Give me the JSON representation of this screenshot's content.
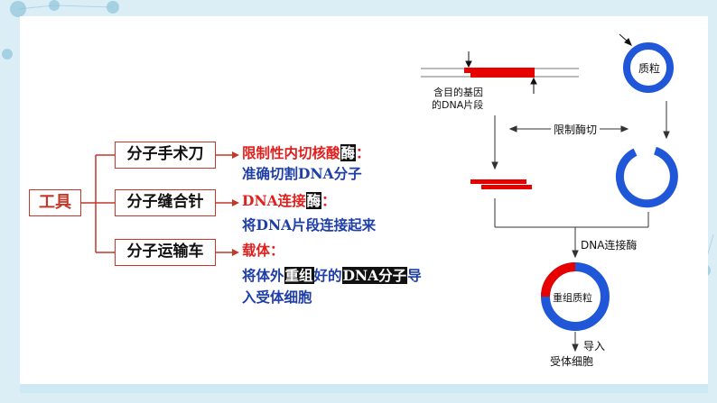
{
  "left_map": {
    "root": "工具",
    "branches": [
      {
        "box": "分子手术刀",
        "title_parts": [
          "限制性内切核酸",
          "酶",
          "："
        ],
        "desc": "准确切割DNA分子"
      },
      {
        "box": "分子缝合针",
        "title_parts": [
          "DNA连接",
          "酶",
          "："
        ],
        "desc": "将DNA片段连接起来"
      },
      {
        "box": "分子运输车",
        "title": "载体：",
        "desc_parts": [
          "将体外",
          "重组",
          "好的",
          "DNA分子",
          "导"
        ],
        "desc_line2": "入受体细胞"
      }
    ]
  },
  "right_diagram": {
    "gene_label_1": "含目的基因",
    "gene_label_2": "的DNA片段",
    "plasmid_label": "质粒",
    "cut_label": "限制酶切",
    "ligase_label": "DNA连接酶",
    "recombinant_label": "重组质粒",
    "import_label": "导入",
    "recipient_label": "受体细胞"
  },
  "colors": {
    "box_border": "#c0392b",
    "red_text": "#e0201e",
    "blue_text": "#1e3ea8",
    "plasmid_blue": "#1f57d8",
    "gene_red": "#e60000"
  }
}
